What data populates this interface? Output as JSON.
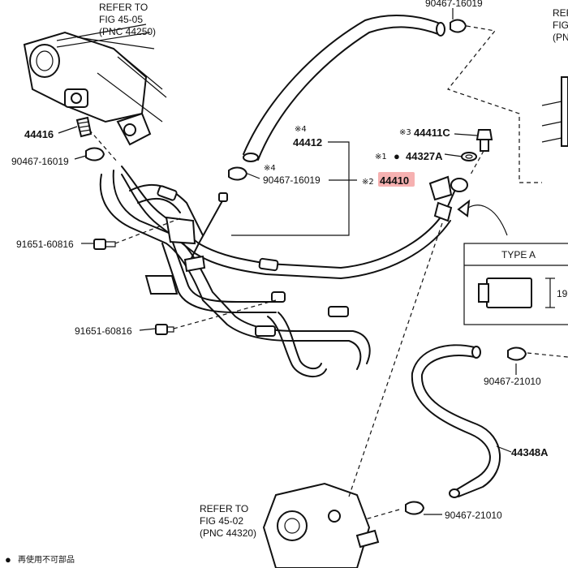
{
  "callouts": {
    "refer_top_left": [
      "REFER TO",
      "FIG 45-05",
      "(PNC 44250)"
    ],
    "refer_bottom": [
      "REFER TO",
      "FIG 45-02",
      "(PNC 44320)"
    ],
    "refer_right": [
      "REF",
      "FIG",
      "(PN"
    ]
  },
  "part_numbers": {
    "p44416": "44416",
    "p90467_16019_left": "90467-16019",
    "p91651_60816_upper": "91651-60816",
    "p91651_60816_lower": "91651-60816",
    "p44412": "44412",
    "p90467_16019_mid": "90467-16019",
    "p44410": "44410",
    "p44411c": "44411C",
    "p44327a": "44327A",
    "p90467_16019_top": "90467-16019",
    "p90467_21010_upper": "90467-21010",
    "p90467_21010_lower": "90467-21010",
    "p44348a": "44348A"
  },
  "markers": {
    "x4": "※4",
    "x3": "※3",
    "x1": "※1",
    "x2": "※2",
    "dot": "●"
  },
  "type_box": {
    "title": "TYPE A",
    "dim": "19"
  },
  "legend": {
    "dot": "●",
    "text": "再使用不可部品"
  },
  "colors": {
    "highlight": "#f4a3a3",
    "ink": "#111111"
  }
}
